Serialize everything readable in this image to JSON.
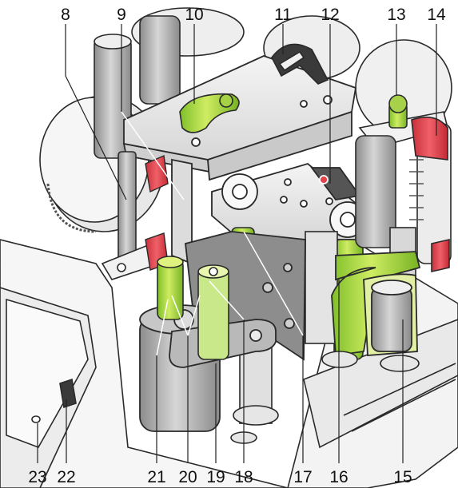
{
  "callouts": {
    "top": [
      "8",
      "9",
      "10",
      "11",
      "12",
      "13",
      "14"
    ],
    "bottom": [
      "23",
      "22",
      "21",
      "20",
      "19",
      "18",
      "17",
      "16",
      "15"
    ]
  },
  "colors": {
    "green": "#5fb233",
    "green_light": "#c4e35a",
    "red": "#e3434c",
    "gray_part": "#a9a9a9",
    "gray_light": "#dcdcdc",
    "outline": "#2a2a2a"
  }
}
